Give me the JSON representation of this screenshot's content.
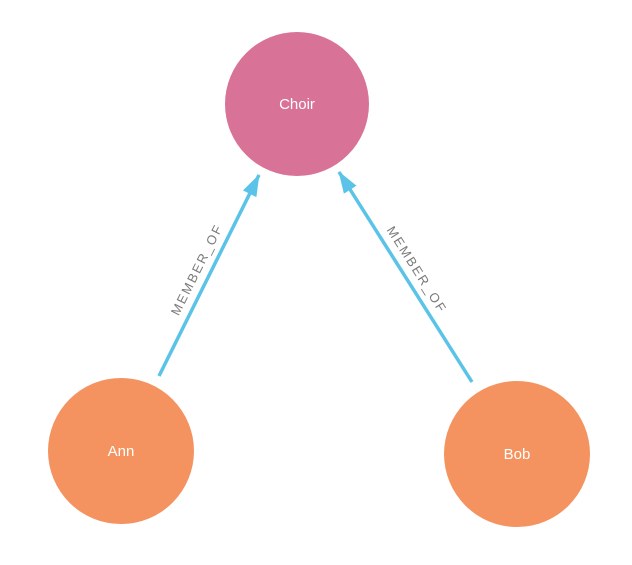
{
  "diagram": {
    "type": "graph",
    "background_color": "#ffffff",
    "edge_color": "#5ac3e7",
    "edge_label_color": "#7a7a7a",
    "node_label_color": "#ffffff",
    "nodes": [
      {
        "id": "choir",
        "label": "Choir",
        "color": "#d87296"
      },
      {
        "id": "ann",
        "label": "Ann",
        "color": "#f4935f"
      },
      {
        "id": "bob",
        "label": "Bob",
        "color": "#f4935f"
      }
    ],
    "edges": [
      {
        "from": "ann",
        "to": "choir",
        "label": "MEMBER_OF"
      },
      {
        "from": "bob",
        "to": "choir",
        "label": "MEMBER_OF"
      }
    ]
  }
}
